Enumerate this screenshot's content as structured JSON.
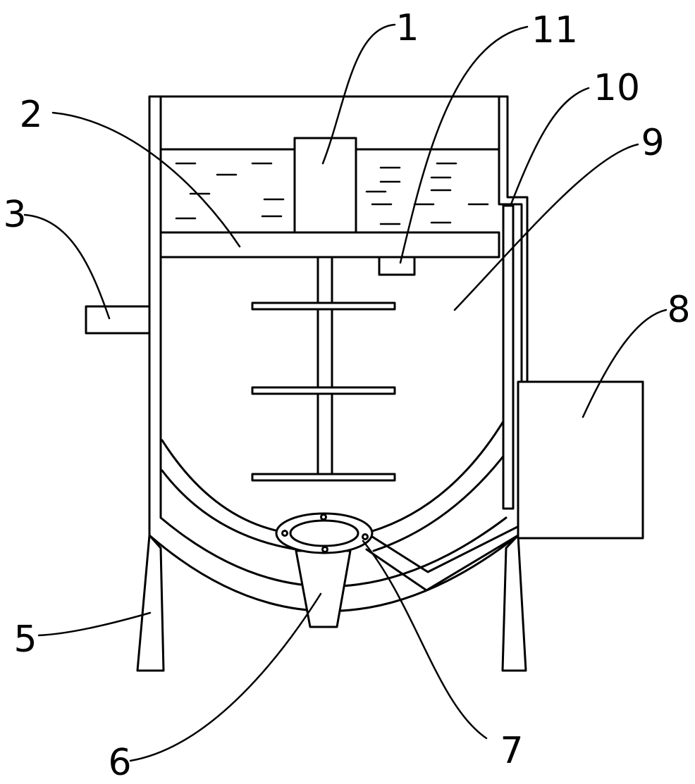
{
  "labels": {
    "l1": "1",
    "l2": "2",
    "l3": "3",
    "l5": "5",
    "l6": "6",
    "l7": "7",
    "l8": "8",
    "l9": "9",
    "l10": "10",
    "l11": "11"
  }
}
